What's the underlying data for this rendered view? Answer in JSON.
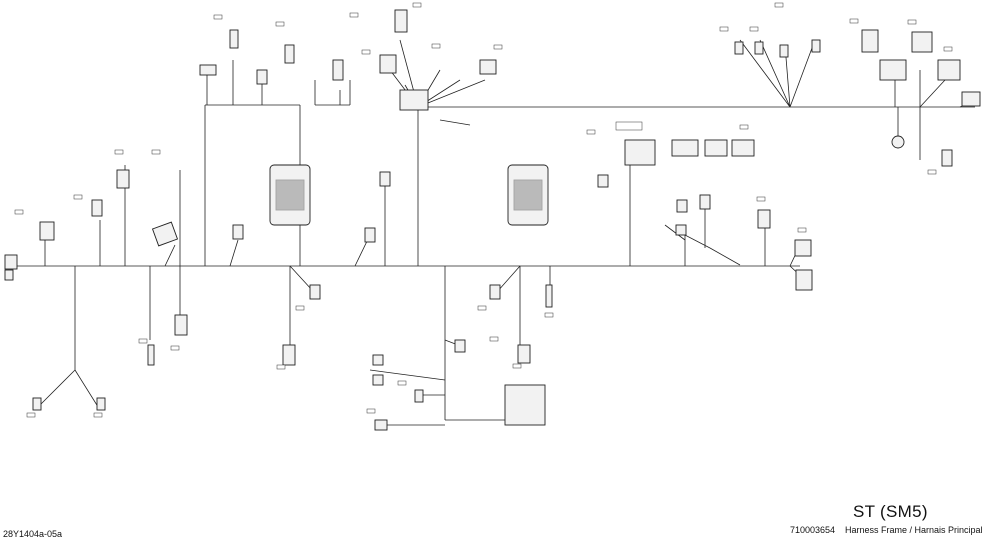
{
  "drawing": {
    "model": "ST (SM5)",
    "part_number": "710003654",
    "title": "Harness Frame / Harnais Principal",
    "reference": "28Y1404a-05a"
  }
}
